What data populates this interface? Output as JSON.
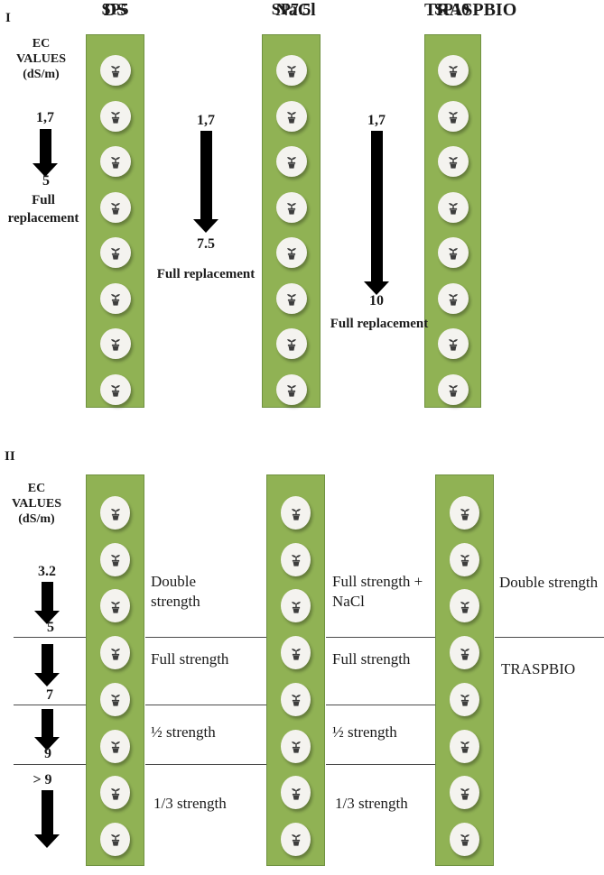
{
  "panel1": {
    "id": "I",
    "ec_header": "EC\nVALUES\n(dS/m)",
    "pots_per_column": 8,
    "columns": [
      {
        "label": "SP5"
      },
      {
        "label": "SP7.5"
      },
      {
        "label": "SP10"
      }
    ],
    "transitions": [
      {
        "from": "1,7",
        "to": "5",
        "note": "Full replacement"
      },
      {
        "from": "1,7",
        "to": "7.5",
        "note": "Full replacement"
      },
      {
        "from": "1,7",
        "to": "10",
        "note": "Full replacement"
      }
    ]
  },
  "panel2": {
    "id": "II",
    "ec_header": "EC\nVALUES\n(dS/m)",
    "pots_per_column": 8,
    "columns": [
      {
        "label": "DS"
      },
      {
        "label": "NaCl"
      },
      {
        "label": "TRASPBIO"
      }
    ],
    "ec_steps": {
      "start": "3.2",
      "t1": "5",
      "t2": "7",
      "t3": "9",
      "beyond": "> 9"
    },
    "sections": {
      "ds1": "Double strength",
      "ds2": "Full strength",
      "ds3": "½ strength",
      "ds4": "1/3 strength",
      "nacl1": "Full strength + NaCl",
      "nacl2": "Full strength",
      "nacl3": "½ strength",
      "nacl4": "1/3 strength",
      "traspbio1": "Double strength",
      "traspbio2": "TRASPBIO"
    }
  },
  "colors": {
    "column_green": "#90b254",
    "column_border": "#6f9140",
    "arrow_black": "#000000"
  },
  "icons": {
    "pot": "seedling-pot-icon"
  }
}
